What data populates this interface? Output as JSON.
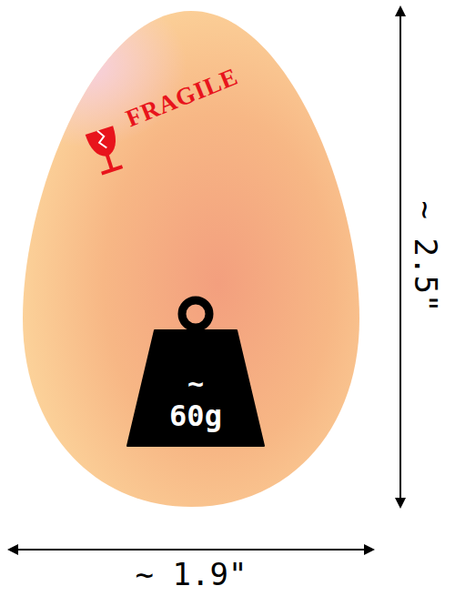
{
  "diagram": {
    "nodes": [
      {
        "text": [
          "FRAGILE"
        ]
      },
      {
        "text": [
          "~",
          "60g"
        ],
        "in": 0
      }
    ],
    "labels": [
      "~ 2.5\"",
      "~ 1.9\""
    ]
  }
}
